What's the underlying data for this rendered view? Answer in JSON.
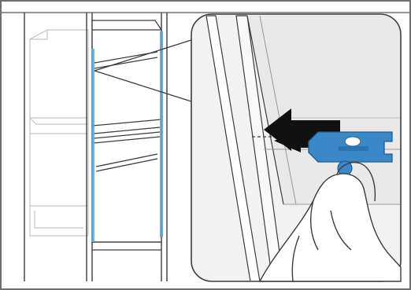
{
  "figure": {
    "subject": "installation-step-illustration",
    "palette": {
      "frame": "#6e6e6e",
      "line": "#3c3c3c",
      "faint_line": "#c4c4c4",
      "cabinet_fill": "#eeeeee",
      "highlight_blue": "#5aa8d6",
      "clip_blue": "#3a88c8",
      "clip_dark": "#1f5f93",
      "arrow": "#111111",
      "callout_bg": "#f2f2f2",
      "hand_fill": "#ffffff"
    },
    "icons": [
      "cabinet-column",
      "magnifier-callout",
      "blue-clip",
      "push-arrow",
      "hand"
    ]
  }
}
